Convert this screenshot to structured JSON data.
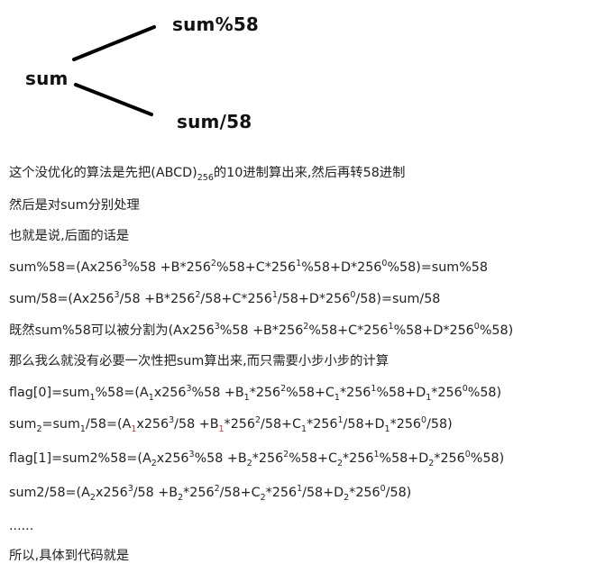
{
  "diagram": {
    "root": "sum",
    "branch_mod": "sum%58",
    "branch_div": "sum/58"
  },
  "text": {
    "l1_a": "这个没优化的算法是先把(ABCD)",
    "l1_sub": "256",
    "l1_b": "的10进制算出来,然后再转58进制",
    "l2": "然后是对sum分别处理",
    "l3": "也就是说,后面的话是",
    "l4": {
      "s0": "sum%58=(Ax256",
      "p0": "3",
      "s1": "%58 +B*256",
      "p1": "2",
      "s2": "%58+C*256",
      "p2": "1",
      "s3": "%58+D*256",
      "p3": "0",
      "s4": "%58)=sum%58"
    },
    "l5": {
      "s0": "sum/58=(Ax256",
      "p0": "3",
      "s1": "/58 +B*256",
      "p1": "2",
      "s2": "/58+C*256",
      "p2": "1",
      "s3": "/58+D*256",
      "p3": "0",
      "s4": "/58)=sum/58"
    },
    "l6": {
      "s0": "既然sum%58可以被分割为(Ax256",
      "p0": "3",
      "s1": "%58 +B*256",
      "p1": "2",
      "s2": "%58+C*256",
      "p2": "1",
      "s3": "%58+D*256",
      "p3": "0",
      "s4": "%58)"
    },
    "l7": "那么我么就没有必要一次性把sum算出来,而只需要小步小步的计算",
    "l8": {
      "s0": "flag[0]=sum",
      "b0": "1",
      "s1": "%58=(A",
      "b1": "1",
      "s2": "x256",
      "p0": "3",
      "s3": "%58 +B",
      "b2": "1",
      "s4": "*256",
      "p1": "2",
      "s5": "%58+C",
      "b3": "1",
      "s6": "*256",
      "p2": "1",
      "s7": "%58+D",
      "b4": "1",
      "s8": "*256",
      "p3": "0",
      "s9": "%58)"
    },
    "l9": {
      "s0": "sum",
      "b0": "2",
      "s1": "=sum",
      "b1": "1",
      "s2": "/58=(A",
      "b2": "1",
      "s3": "x256",
      "p0": "3",
      "s4": "/58 +B",
      "b3": "1",
      "s5": "*256",
      "p1": "2",
      "s6": "/58+C",
      "b4": "1",
      "s7": "*256",
      "p2": "1",
      "s8": "/58+D",
      "b5": "1",
      "s9": "*256",
      "p3": "0",
      "s10": "/58)"
    },
    "l10": {
      "s0": "flag[1]=sum2%58=(A",
      "b0": "2",
      "s1": "x256",
      "p0": "3",
      "s2": "%58 +B",
      "b1": "2",
      "s3": "*256",
      "p1": "2",
      "s4": "%58+C",
      "b2": "2",
      "s5": "*256",
      "p2": "1",
      "s6": "%58+D",
      "b3": "2",
      "s7": "*256",
      "p3": "0",
      "s8": "%58)"
    },
    "l11": {
      "s0": "sum2/58=(A",
      "b0": "2",
      "s1": "x256",
      "p0": "3",
      "s2": "/58 +B",
      "b1": "2",
      "s3": "*256",
      "p1": "2",
      "s4": "/58+C",
      "b2": "2",
      "s5": "*256",
      "p2": "1",
      "s6": "/58+D",
      "b3": "2",
      "s7": "*256",
      "p3": "0",
      "s8": "/58)"
    },
    "l12": "......",
    "l13": "所以,具体到代码就是"
  },
  "colors": {
    "highlight": "#e03030",
    "text": "#222222"
  }
}
